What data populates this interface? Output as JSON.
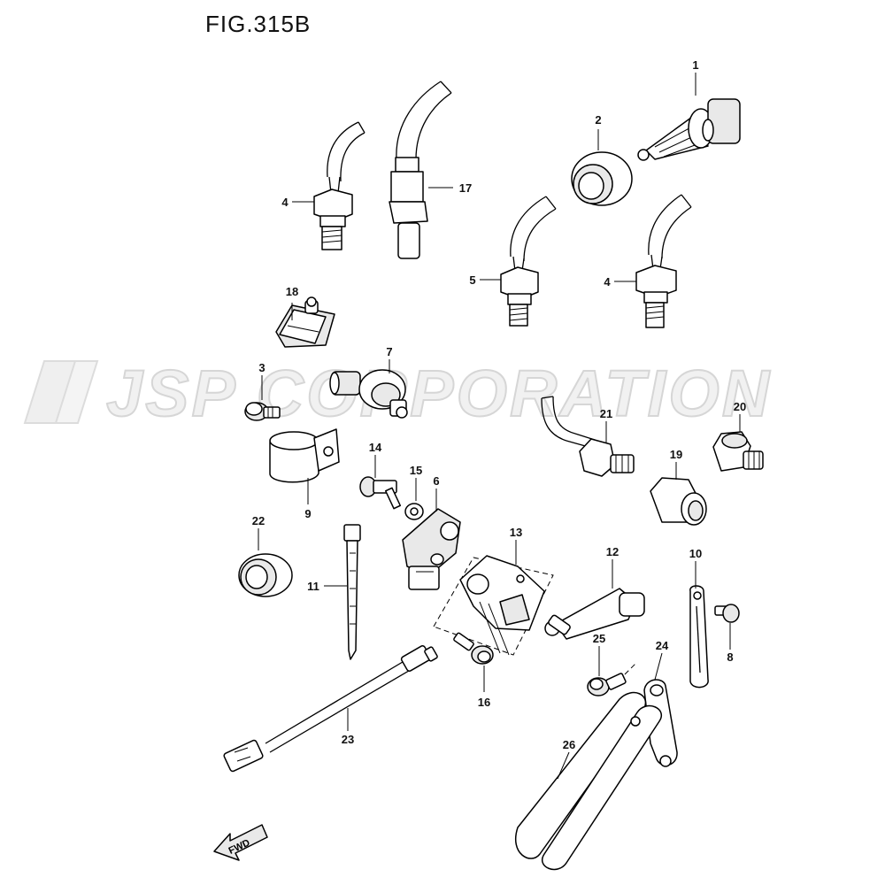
{
  "figure": {
    "title": "FIG.315B"
  },
  "watermark": {
    "text": "JSP CORPORATION"
  },
  "fwd_arrow": {
    "label": "FWD"
  },
  "callouts": {
    "c1": "1",
    "c2": "2",
    "c3": "3",
    "c4a": "4",
    "c4b": "4",
    "c5": "5",
    "c6": "6",
    "c7": "7",
    "c8": "8",
    "c9": "9",
    "c10": "10",
    "c11": "11",
    "c12": "12",
    "c13": "13",
    "c14": "14",
    "c15": "15",
    "c16": "16",
    "c17": "17",
    "c18": "18",
    "c19": "19",
    "c20": "20",
    "c21": "21",
    "c22": "22",
    "c23": "23",
    "c24": "24",
    "c25": "25",
    "c26": "26"
  }
}
